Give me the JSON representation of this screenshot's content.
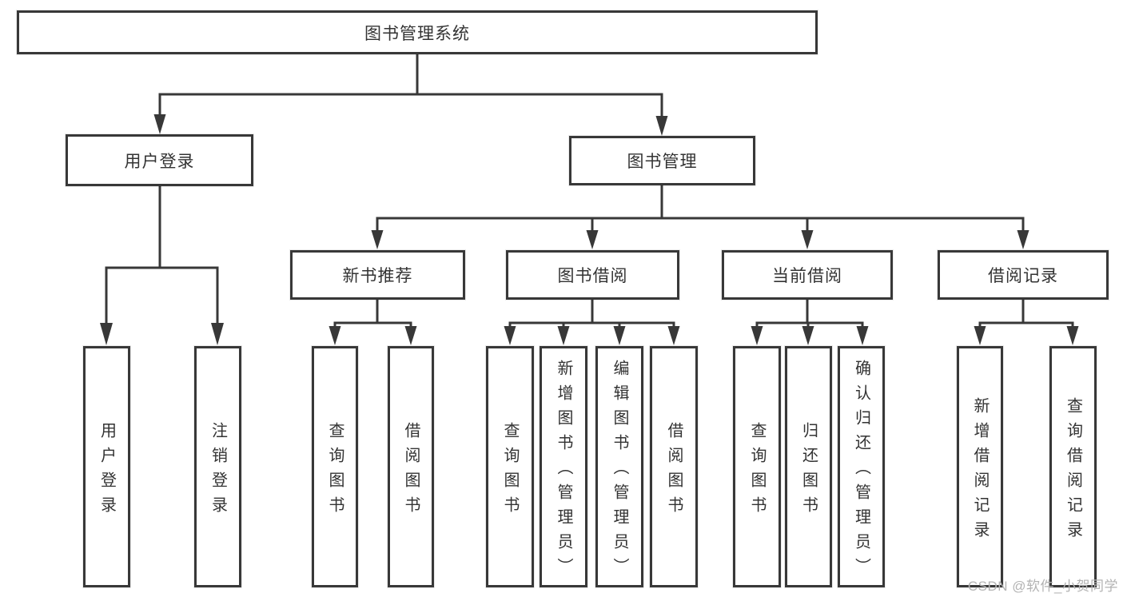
{
  "nodes": {
    "root": "图书管理系统",
    "user_login": "用户登录",
    "book_management": "图书管理",
    "new_book_recommend": "新书推荐",
    "book_borrowing": "图书借阅",
    "current_borrowing": "当前借阅",
    "borrowing_records": "借阅记录",
    "leaf_user_login": "用户登录",
    "leaf_logout": "注销登录",
    "leaf_recommend_query_books": "查询图书",
    "leaf_recommend_borrow_books": "借阅图书",
    "leaf_borrowing_query_books": "查询图书",
    "leaf_borrowing_add_books": "新增图书（管理员）",
    "leaf_borrowing_edit_books": "编辑图书（管理员）",
    "leaf_borrowing_borrow_books": "借阅图书",
    "leaf_current_query_books": "查询图书",
    "leaf_current_return_books": "归还图书",
    "leaf_current_confirm_return": "确认归还（管理员）",
    "leaf_records_add_record": "新增借阅记录",
    "leaf_records_query_record": "查询借阅记录"
  },
  "watermark": "CSDN @软件_小贺同学",
  "colors": {
    "line": "#383838",
    "box_border": "#383838",
    "text": "#333333",
    "watermark": "#b3b3b3",
    "background": "#ffffff"
  }
}
